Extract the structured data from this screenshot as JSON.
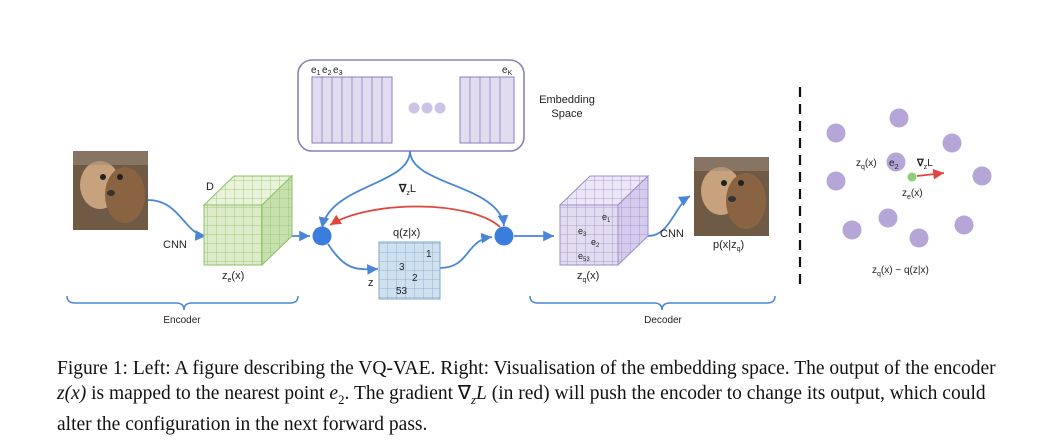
{
  "figure": {
    "embedding_labels": {
      "e1": "e",
      "e1_sub": "1",
      "e2": "e",
      "e2_sub": "2",
      "e3": "e",
      "e3_sub": "3",
      "ek": "e",
      "ek_sub": "K"
    },
    "embedding_space_line1": "Embedding",
    "embedding_space_line2": "Space",
    "cnn_left": "CNN",
    "cnn_right": "CNN",
    "d_label": "D",
    "ze_label": "z",
    "ze_sub": "e",
    "ze_arg": "(x)",
    "zq_label": "z",
    "zq_sub": "q",
    "zq_arg": "(x)",
    "grad_label": "∇",
    "grad_sub": "z",
    "grad_L": "L",
    "qzx_label": "q(z|x)",
    "z_label": "z",
    "grid_numbers": [
      "1",
      "3",
      "2",
      "53"
    ],
    "decoder_cube_labels": [
      "e1",
      "e3",
      "e2",
      "e53"
    ],
    "pxz_label": "p(x|z",
    "pxz_sub": "q",
    "pxz_end": ")",
    "encoder_label": "Encoder",
    "decoder_label": "Decoder",
    "right_zq_label": "z",
    "right_zq_sub": "q",
    "right_zq_arg": "(x)",
    "right_e2": "e",
    "right_e2_sub": "2",
    "right_grad": "∇",
    "right_grad_sub": "z",
    "right_grad_L": "L",
    "right_ze_label": "z",
    "right_ze_sub": "e",
    "right_ze_arg": "(x)",
    "right_bottom_label": "z",
    "right_bottom_sub": "q",
    "right_bottom_rest": "(x) ~ q(z|x)"
  },
  "caption": {
    "part1": "Figure 1: Left: A figure describing the VQ-VAE. Right: Visualisation of the embedding space. The output of the encoder ",
    "math_zx": "z(x)",
    "part2": " is mapped to the nearest point ",
    "math_e2": "e",
    "math_e2_sub": "2",
    "part3": ". The gradient ",
    "math_grad": "∇",
    "math_grad_sub": "z",
    "math_grad_L": "L",
    "part4": " (in red) will push the encoder to change its output, which could alter the configuration in the next forward pass."
  },
  "colors": {
    "purple": "#b6a6d8",
    "purple_fill": "#e2dcf1",
    "green_fill": "#dcecc8",
    "blue_fill": "#cfe1ef",
    "arrow_blue": "#4a86d8",
    "grad_red": "#e0463e",
    "node_blue": "#3b7ddd",
    "ze_green": "#8ccf7a"
  }
}
